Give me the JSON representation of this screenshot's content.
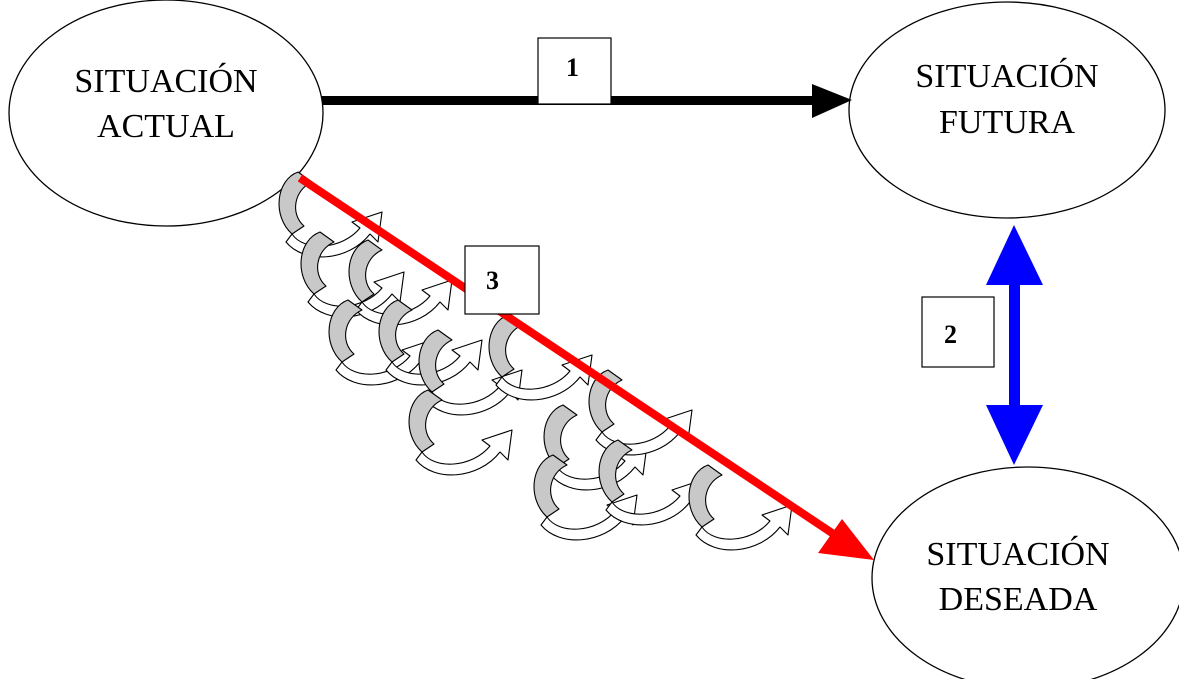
{
  "nodes": {
    "actual": {
      "line1": "SITUACIÓN",
      "line2": "ACTUAL"
    },
    "futura": {
      "line1": "SITUACIÓN",
      "line2": "FUTURA"
    },
    "deseada": {
      "line1": "SITUACIÓN",
      "line2": "DESEADA"
    }
  },
  "labels": {
    "one": "1",
    "two": "2",
    "three": "3"
  },
  "colors": {
    "arrow_1": "#000000",
    "arrow_2": "#0000ff",
    "arrow_3": "#ff0000",
    "loop_fill": "#c8c8c8"
  }
}
